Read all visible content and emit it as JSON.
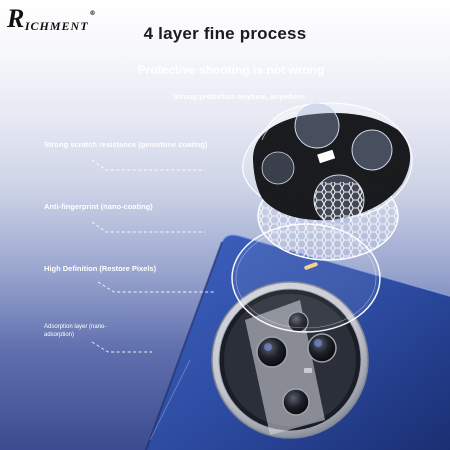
{
  "brand": {
    "name_initial": "R",
    "name_rest": "ICHMENT",
    "trademark": "®"
  },
  "title": "4 layer fine process",
  "subtitle": "Protective shooting is not wrong",
  "tagline": "Strong protection anytime, anywhere",
  "layers": [
    {
      "label": "Strong scratch resistance (gemstone coating)"
    },
    {
      "label": "Anti-fingerprint (nano-coating)"
    },
    {
      "label": "High Definition (Restore Pixels)"
    },
    {
      "label": "Adsorption layer (nano-adsorption)"
    }
  ],
  "colors": {
    "accent_blue": "#3b4b8f",
    "phone_blue": "#2f4fa6",
    "film_dark": "#0f1012",
    "text_white": "#ffffff",
    "text_dark": "#1c1c1c"
  }
}
